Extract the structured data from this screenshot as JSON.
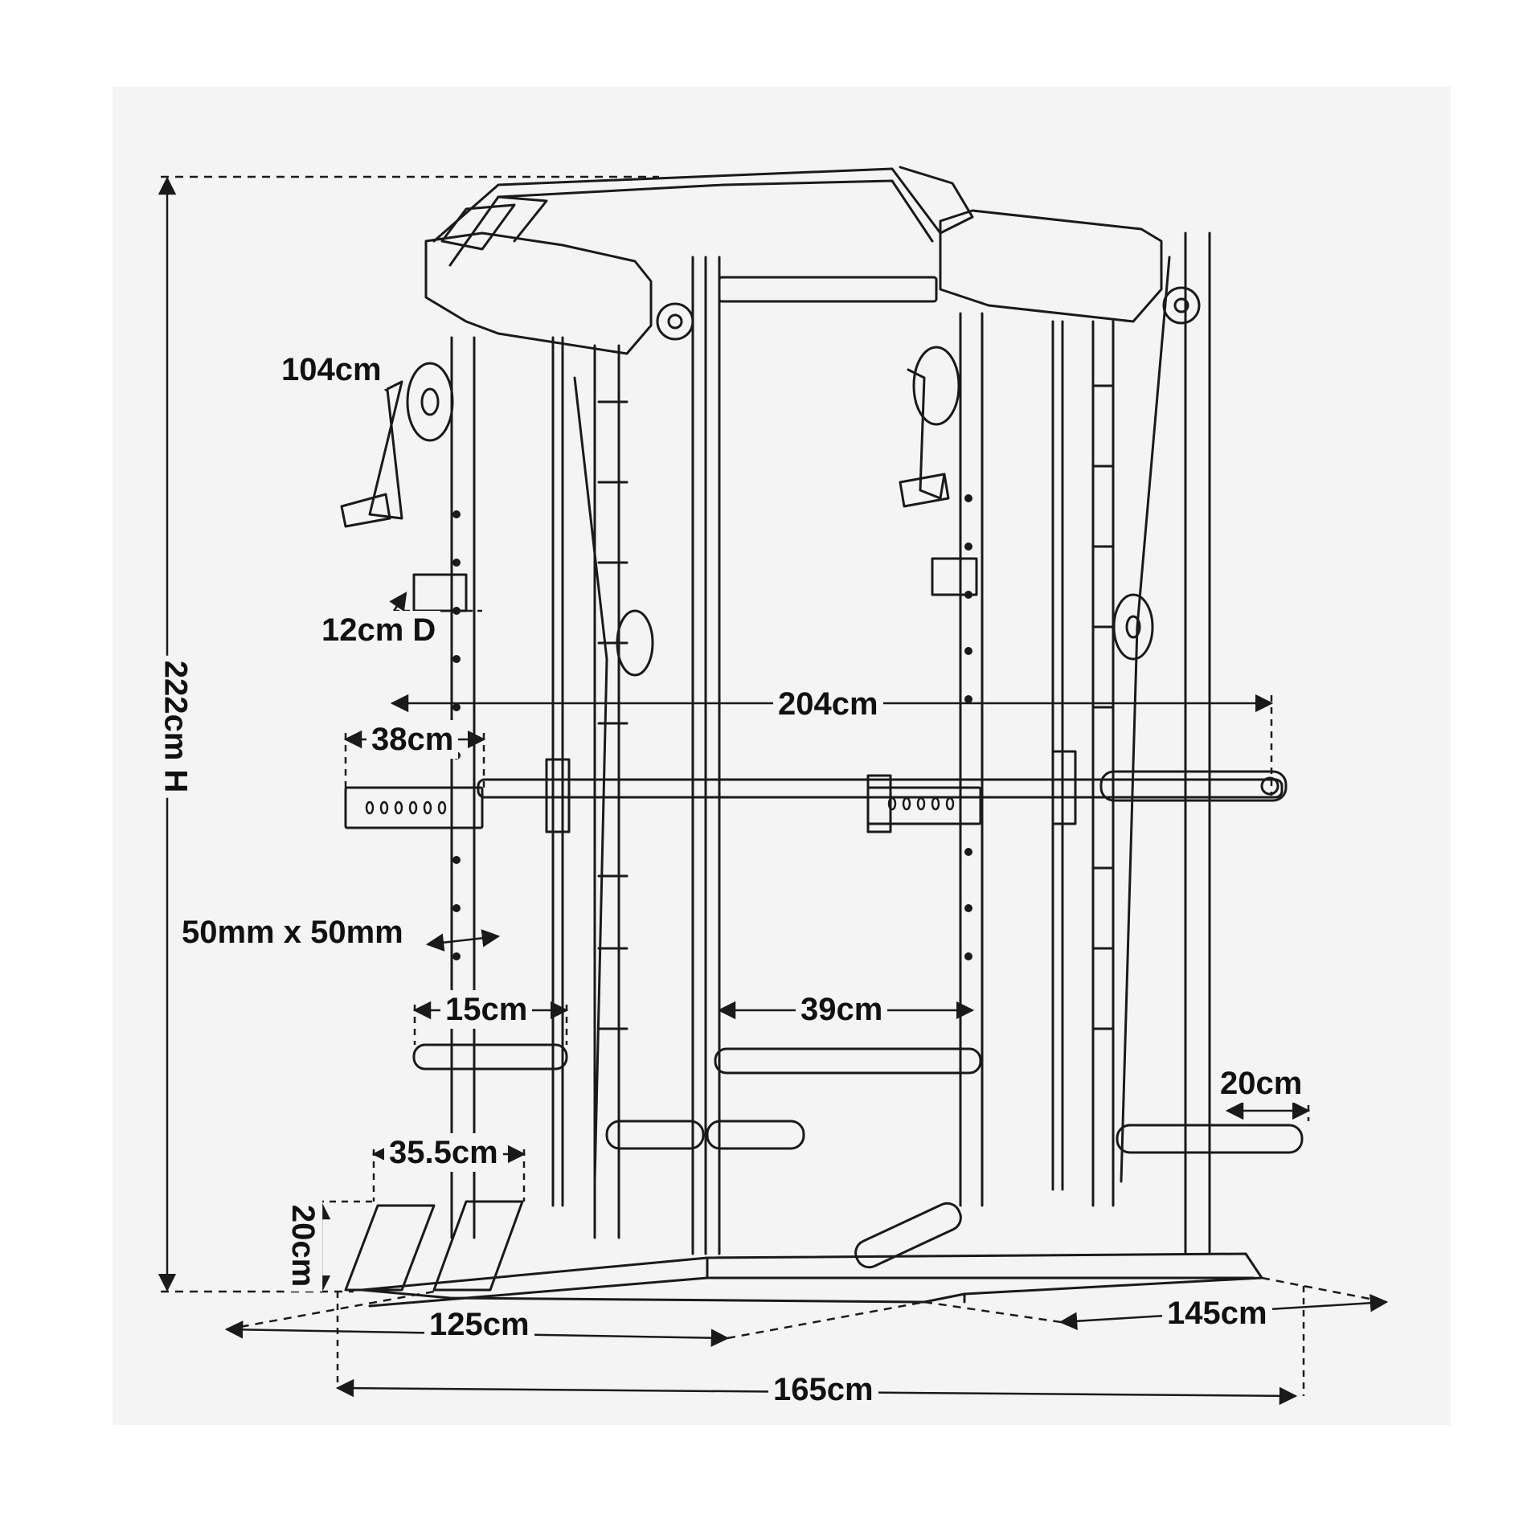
{
  "colors": {
    "background": "#f4f4f4",
    "line": "#1a1a1a",
    "text": "#111111"
  },
  "dimensions": {
    "height": "222cm H",
    "cable_length": "104cm",
    "hook_depth": "12cm D",
    "overall_width_bar": "204cm",
    "safety_arm": "38cm",
    "tube_profile": "50mm x 50mm",
    "storage_peg": "15cm",
    "inner_width": "39cm",
    "foot_plate_width": "35.5cm",
    "foot_plate_height": "20cm",
    "plate_holder": "20cm",
    "depth_left": "125cm",
    "depth_right": "145cm",
    "base_width": "165cm"
  }
}
